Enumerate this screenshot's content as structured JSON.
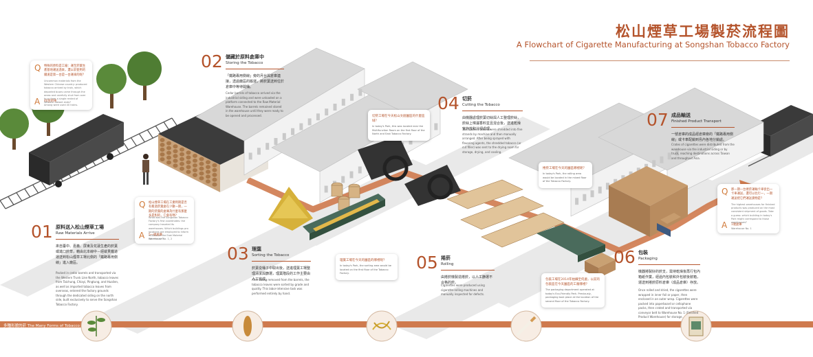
{
  "header": {
    "title_zh": "松山煙草工場製菸流程圖",
    "title_en": "A Flowchart of Cigarette Manufacturing at Songshan Tobacco Factory",
    "accent_color": "#b4532b",
    "belt_color": "#cf7a4e",
    "track_color": "#555555"
  },
  "steps": [
    {
      "num": "01",
      "title_zh": "原料送入松山煙草工場",
      "title_en": "Raw Materials Arrive",
      "body_zh": "來自臺中、嘉義、屏東及花蓮生產的菸葉或進口菸草，藉由北本線中－經縱貫鐵道運送到松山煙草工場北側的「鐵路專用側線」進入廠區。",
      "body_en": "Packed in cedar barrels and transported via the Western Trunk Line North, tobacco leaves from Taichung, Chiayi, Pingtung, and Hualien, as well as imported tobacco leaves from overseas, entered the factory grounds through the dedicated siding on the north side, built exclusively to serve the Songshan Tobacco Factory."
    },
    {
      "num": "02",
      "title_zh": "儲藏於原料倉庫中",
      "title_en": "Storing the Tobacco",
      "body_zh": "「鐵路專用側線」旁的月台與倉庫連接，透過廠區的搬運，將菸葉送到位於倉庫中等待開桶。",
      "body_en": "Cedar barrels of tobacco arrived via the industrial siding and were unloaded on a platform connected to the Raw Material Warehouse. The barrels remained stored in the warehouse until they were ready to be opened and processed."
    },
    {
      "num": "03",
      "title_zh": "理葉",
      "title_en": "Sorting the Tobacco",
      "body_zh": "菸葉從桶子中取出後，送進理葉工場整理清潔與篩選，理葉階段的工作主要由人工完成。",
      "body_en": "After being removed from the barrels, the tobacco leaves were sorted by grade and quality. This labor-intensive task was performed entirely by hand."
    },
    {
      "num": "04",
      "title_zh": "切菸",
      "title_en": "Cutting the Tobacco",
      "body_zh": "由機器處理菸葉切絲與人工整理菸絲，菸絲上噴灑香料並且混合後，送進乾燥室存放和冷卻處理。",
      "body_en": "The tobacco leaves were shredded into fine strands by machine and then manually arranged. After being sprayed with flavoring agents, the shredded tobacco (or cut filler) was sent to the drying room for storage, drying, and cooling."
    },
    {
      "num": "05",
      "title_zh": "捲菸",
      "title_en": "Rolling",
      "body_zh": "由捲菸機製造捲菸，以人工篩選不合格的菸。",
      "body_en": "Cigarettes were produced using cigarette-rolling machines and manually inspected for defects."
    },
    {
      "num": "06",
      "title_zh": "包裝",
      "title_en": "Packaging",
      "body_zh": "機器捲製好的菸支，需待乾燥後再行包內箱紙作業，經過內包裝和外包裝後裝箱，運送到捲菸原料倉庫（成品倉庫）存放。",
      "body_en": "Once rolled and dried, the cigarettes were wrapped in inner foil or paper, then enclosed in an outer wrap. Cigarettes were packed into paperboard or cellophane packs, then crated and transported via conveyor belt to Warehouse No. 1 (Finished Product Warehouse) for storage."
    },
    {
      "num": "07",
      "title_zh": "成品輸送",
      "title_en": "Finished Product Transport",
      "body_zh": "一號倉庫的成品經倉庫旁的「鐵路專用側線」或卡車配銷到島內各地分銷處。",
      "body_en": "Crates of cigarettes were distributed from the warehouse via the industrial siding or by truck, reaching destinations across Taiwan and throughout Asia."
    }
  ],
  "bubbles": [
    {
      "zh": "切菸工場在今天松山文創園區的什麼區域？",
      "en": "In today's Park, this was located near the Multifunction Room on the first floor of the North and East Tobacco Factory."
    },
    {
      "zh": "理葉工場在今天的園區的哪裡呢？",
      "en": "In today's Park, the sorting area would be located on the first floor of the Tobacco Factory."
    },
    {
      "zh": "捲菸工場在今天的園區哪裡呢？",
      "en": "In today's Park, the rolling area would be located in the mixed floor of the Tobacco Factory."
    },
    {
      "zh": "包裝工場在2014年拍攝至何處，以前的包裝區在今天園區的工廠哪裡？",
      "en": "The packaging department operated at today's Eco-Friendly Park. Previously, packaging took place at the location of the second floor of the Tobacco Factory."
    }
  ],
  "qa": [
    {
      "q_zh": "特殊的原料是工廠：運至菸葉生產基地運送過來，還以前使用的鐵道是第一台是一台運來的呢？",
      "q_en": "Uncommon materials from the Western Chinese country: produced tobacco arrived by train, which departed buses came through the areas and carefully shut from over to or from a single rented of Western distant ends?",
      "a_zh": "40台的車",
      "a_en": "Among were used 40 trains."
    },
    {
      "q_zh": "松山煙草工場在工業時期是否有看過菸葉倉在少數一期，一期的菸葉的倉庫為什麼有那麼多是對的，它會有嗎？",
      "q_en": "What was the Songshan Tobacco Factory's first coordinates: the company traveled its warehouses. Which buildings pro locations are employed to inform located on the East Material Warehouse?",
      "a_zh": "5一號倉庫",
      "a_en": "Warehouse No. 1, 2"
    },
    {
      "q_zh": "那一期一台捲菸運輸卡車從出一卡車運送，還可以比行一，一期運送把它們運送貨物是？",
      "q_en": "The highest warehouses for finished products was produced on the most consistent shipment of goods. Take a guess: which building in today's Park might correspond to those warehouses?",
      "a_zh": "1號倉庫",
      "a_en": "Warehouse No. 1"
    }
  ],
  "bottom_band": {
    "label": "多種形貌的菸 The Many Forms of Tobacco"
  },
  "icons": [
    "tobacco-plant-icon",
    "tobacco-bundle-icon",
    "cut-tobacco-icon",
    "cigarette-icon",
    "cigarette-pack-icon"
  ]
}
